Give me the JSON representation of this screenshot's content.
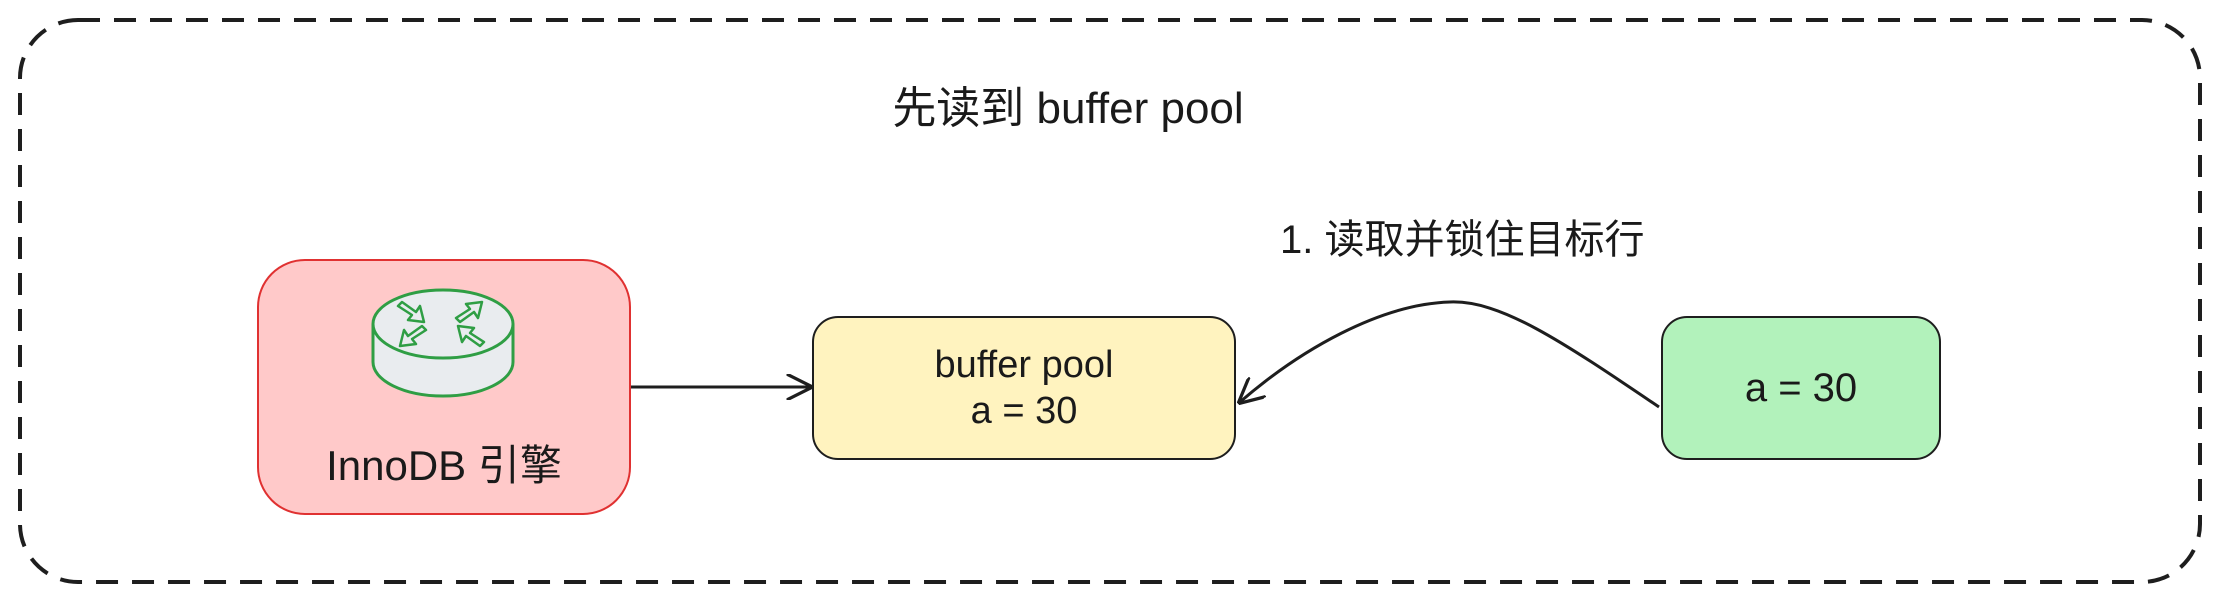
{
  "title": "先读到 buffer pool",
  "nodes": {
    "innodb": {
      "label": "InnoDB 引擎",
      "icon": "router-icon",
      "fill": "#ffc9c9",
      "stroke": "#e03131"
    },
    "buffer_pool": {
      "title": "buffer pool",
      "value": "a = 30",
      "fill": "#fff3bf"
    },
    "row": {
      "value": "a = 30",
      "fill": "#b2f2bb"
    }
  },
  "edges": {
    "read_lock": {
      "label": "1. 读取并锁住目标行"
    }
  },
  "colors": {
    "router_green": "#2f9e44",
    "router_body": "#e9ecef",
    "stroke": "#1e1e1e"
  }
}
